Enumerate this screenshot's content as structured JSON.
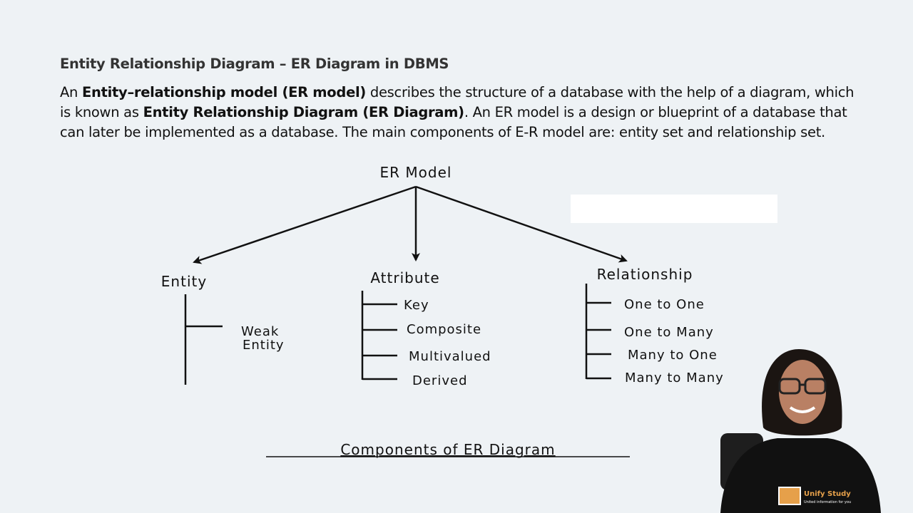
{
  "slide": {
    "title": "Entity Relationship Diagram – ER Diagram in DBMS",
    "paragraph": [
      {
        "text": "An ",
        "bold": false
      },
      {
        "text": "Entity–relationship model (ER model)",
        "bold": true
      },
      {
        "text": " describes the structure of a database with the help of a diagram, which is known as ",
        "bold": false
      },
      {
        "text": "Entity Relationship Diagram (ER Diagram)",
        "bold": true
      },
      {
        "text": ". An ER model is a design or blueprint of a database that can later be implemented as a database. The main components of E-R model are: entity set and relationship set.",
        "bold": false
      }
    ]
  },
  "diagram": {
    "root": "ER Model",
    "entity": {
      "label": "Entity",
      "children": [
        "Weak",
        "Entity"
      ]
    },
    "attribute": {
      "label": "Attribute",
      "children": [
        "Key",
        "Composite",
        "Multivalued",
        "Derived"
      ]
    },
    "relationship": {
      "label": "Relationship",
      "children": [
        "One to One",
        "One to Many",
        "Many to One",
        "Many to Many"
      ]
    },
    "caption": "Components of ER Diagram"
  },
  "presenter": {
    "logo_text": "Unify Study",
    "logo_tagline": "United information for you"
  }
}
